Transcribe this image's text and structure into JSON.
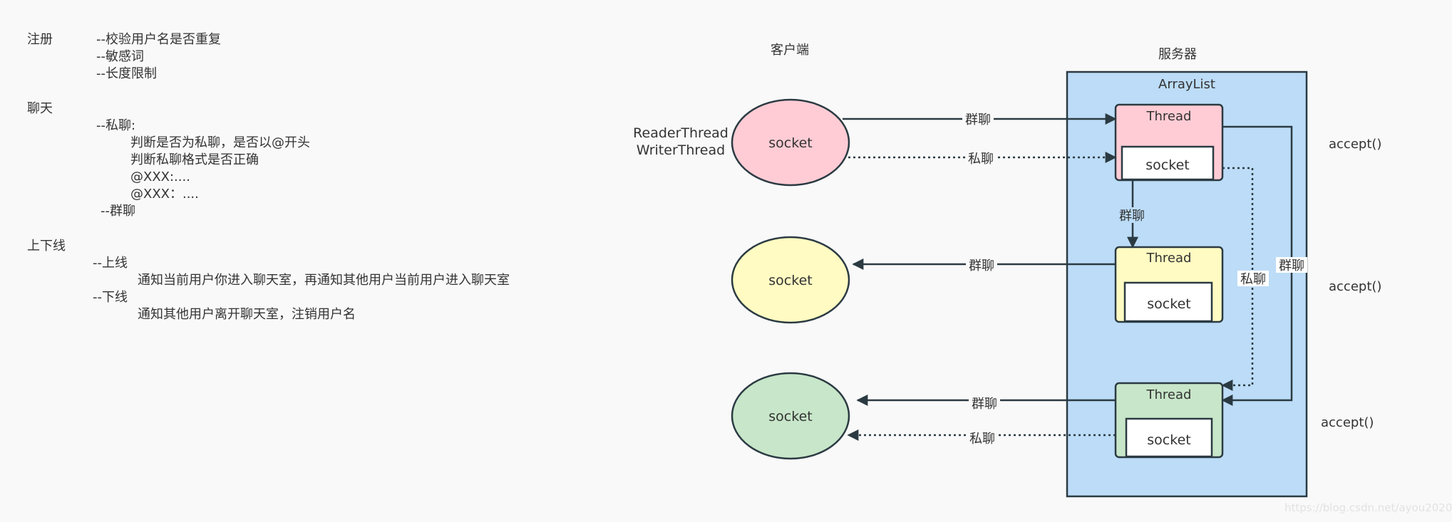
{
  "notes": {
    "register": {
      "heading": "注册",
      "items": [
        "--校验用户名是否重复",
        "--敏感词",
        "--长度限制"
      ]
    },
    "chat": {
      "heading": "聊天",
      "private_title": "--私聊:",
      "private_items": [
        "判断是否为私聊，是否以@开头",
        "判断私聊格式是否正确",
        "@XXX:....",
        "@XXX：...."
      ],
      "group": "--群聊"
    },
    "online": {
      "heading": "上下线",
      "online_title": "--上线",
      "online_desc": "通知当前用户你进入聊天室，再通知其他用户当前用户进入聊天室",
      "offline_title": "--下线",
      "offline_desc": "通知其他用户离开聊天室，注销用户名"
    }
  },
  "diagram": {
    "client_label": "客户端",
    "server_label": "服务器",
    "container_label": "ArrayList",
    "reader_thread": "ReaderThread",
    "writer_thread": "WriterThread",
    "client_sockets": [
      {
        "label": "socket",
        "color": "#ffccd5"
      },
      {
        "label": "socket",
        "color": "#fffbc2"
      },
      {
        "label": "socket",
        "color": "#c8e6c9"
      }
    ],
    "threads": [
      {
        "label": "Thread",
        "socket": "socket",
        "color": "#ffccd5"
      },
      {
        "label": "Thread",
        "socket": "socket",
        "color": "#fffbc2"
      },
      {
        "label": "Thread",
        "socket": "socket",
        "color": "#c8e6c9"
      }
    ],
    "accept_labels": [
      "accept()",
      "accept()",
      "accept()"
    ],
    "edge_labels": {
      "group_in": "群聊",
      "private_in": "私聊",
      "group_down": "群聊",
      "group_out_2": "群聊",
      "private_side": "私聊",
      "group_side": "群聊",
      "group_out_3": "群聊",
      "private_out_3": "私聊"
    },
    "colors": {
      "server_bg": "#bcdcf7",
      "stroke": "#2b3a42"
    }
  },
  "watermark": "https://blog.csdn.net/ayou2020"
}
